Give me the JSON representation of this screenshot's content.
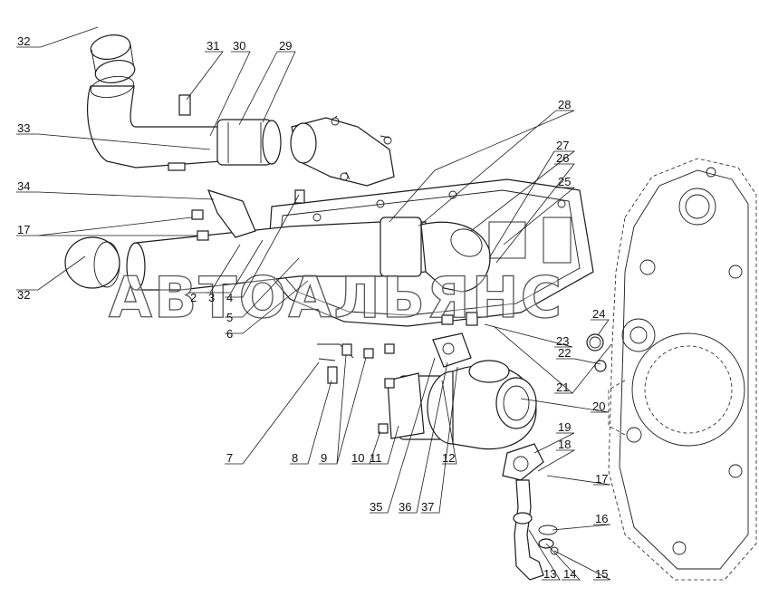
{
  "watermark": "АВТОАЛЬЯНС",
  "callouts": [
    "32",
    "31",
    "30",
    "29",
    "33",
    "28",
    "27",
    "26",
    "25",
    "34",
    "17",
    "32",
    "2",
    "3",
    "4",
    "5",
    "6",
    "24",
    "23",
    "22",
    "21",
    "20",
    "19",
    "18",
    "17",
    "16",
    "15",
    "14",
    "13",
    "7",
    "8",
    "9",
    "10",
    "11",
    "12",
    "35",
    "36",
    "37"
  ]
}
